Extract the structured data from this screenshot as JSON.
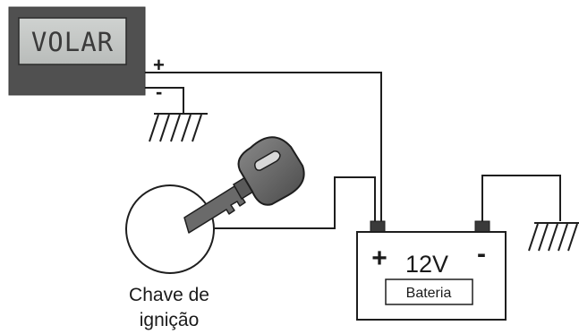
{
  "display": {
    "text": "VOLAR",
    "pos_terminal": "+",
    "neg_terminal": "-"
  },
  "battery": {
    "pos_symbol": "+",
    "neg_symbol": "-",
    "voltage": "12V",
    "label": "Bateria"
  },
  "ignition": {
    "label_line1": "Chave de",
    "label_line2": "ignição"
  },
  "ground_icon": "ground-symbol",
  "key_icon": "car-key"
}
